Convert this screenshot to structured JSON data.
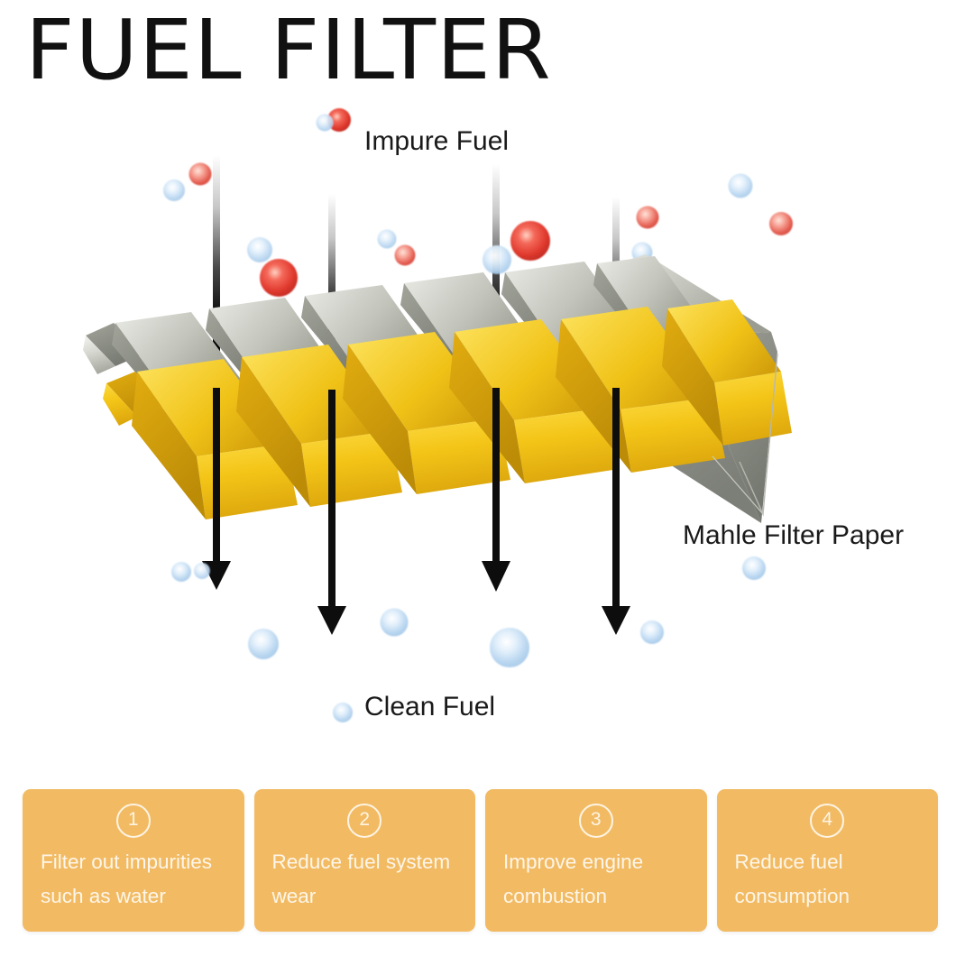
{
  "page": {
    "title": "FUEL FILTER",
    "background_color": "#ffffff"
  },
  "diagram": {
    "labels": {
      "impure_fuel": "Impure Fuel",
      "filter_paper": "Mahle Filter Paper",
      "clean_fuel": "Clean Fuel"
    },
    "colors": {
      "filter_top_media": "#b9bbb3",
      "filter_bottom_media": "#efbe1b",
      "impurity_particle": "#e0382f",
      "clean_bubble": "#bcd9f2",
      "arrow": "#101010"
    },
    "flow_arrows": 4,
    "arrow_direction": "down",
    "impurity_particle_count": 9,
    "clean_bubble_count": 9
  },
  "cards": {
    "accent_color": "#f2bb63",
    "text_color": "#fdf6ea",
    "items": [
      {
        "number": "1",
        "line1": "Filter out impurities",
        "line2": "such as water"
      },
      {
        "number": "2",
        "line1": "Reduce fuel system",
        "line2": "wear"
      },
      {
        "number": "3",
        "line1": "Improve engine",
        "line2": "combustion"
      },
      {
        "number": "4",
        "line1": "Reduce fuel",
        "line2": "consumption"
      }
    ]
  }
}
